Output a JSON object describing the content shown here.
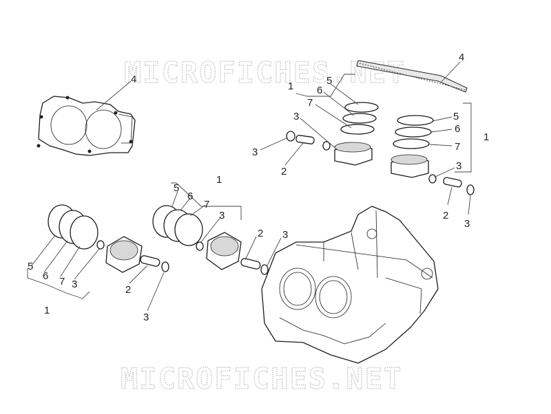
{
  "watermark": {
    "top": "MICROFICHES.NET",
    "bottom": "MICROFICHES.NET"
  },
  "callouts": [
    {
      "id": "head-gasket-left",
      "text": "4"
    },
    {
      "id": "head-gasket-right",
      "text": "4"
    },
    {
      "id": "group-right-top",
      "text": "1"
    },
    {
      "id": "ring5-rt",
      "text": "5"
    },
    {
      "id": "ring6-rt",
      "text": "6"
    },
    {
      "id": "ring7-rt",
      "text": "7"
    },
    {
      "id": "clip3-rt-a",
      "text": "3"
    },
    {
      "id": "clip3-rt-b",
      "text": "3"
    },
    {
      "id": "pin2-rt",
      "text": "2"
    },
    {
      "id": "ring5-rt2",
      "text": "5"
    },
    {
      "id": "ring6-rt2",
      "text": "6"
    },
    {
      "id": "ring7-rt2",
      "text": "7"
    },
    {
      "id": "group-right-side",
      "text": "1"
    },
    {
      "id": "clip3-rt2-a",
      "text": "3"
    },
    {
      "id": "pin2-rt2",
      "text": "2"
    },
    {
      "id": "clip3-rt2-b",
      "text": "3"
    },
    {
      "id": "group-mid",
      "text": "1"
    },
    {
      "id": "ring5-mid",
      "text": "5"
    },
    {
      "id": "ring6-mid",
      "text": "6"
    },
    {
      "id": "ring7-mid",
      "text": "7"
    },
    {
      "id": "clip3-mid-a",
      "text": "3"
    },
    {
      "id": "pin2-mid",
      "text": "2"
    },
    {
      "id": "clip3-mid-b",
      "text": "3"
    },
    {
      "id": "ring5-left",
      "text": "5"
    },
    {
      "id": "ring6-left",
      "text": "6"
    },
    {
      "id": "ring7-left",
      "text": "7"
    },
    {
      "id": "clip3-left-a",
      "text": "3"
    },
    {
      "id": "pin2-left",
      "text": "2"
    },
    {
      "id": "clip3-left-b",
      "text": "3"
    },
    {
      "id": "group-left",
      "text": "1"
    }
  ]
}
